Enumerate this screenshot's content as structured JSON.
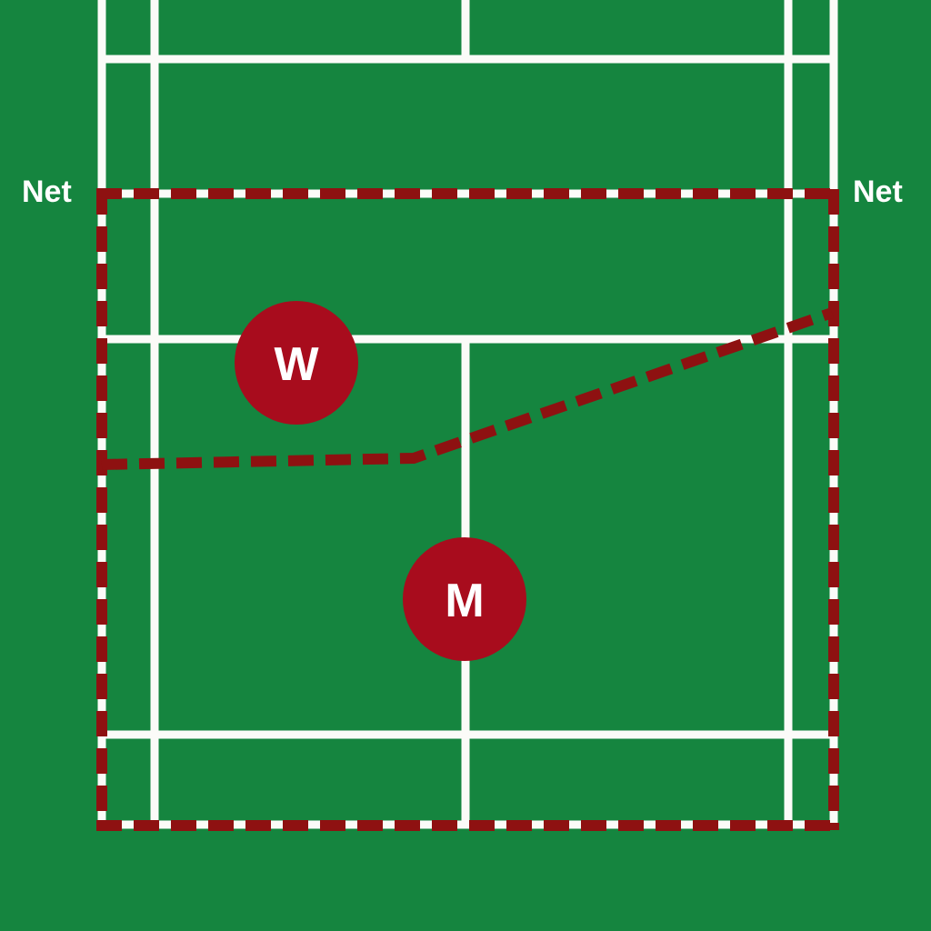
{
  "labels": {
    "net_left": "Net",
    "net_right": "Net"
  },
  "markers": [
    {
      "id": "W",
      "label": "W"
    },
    {
      "id": "M",
      "label": "M"
    }
  ],
  "colors": {
    "court_green": "#15853F",
    "line_white": "#FBFBF8",
    "zone_red": "#8E1111",
    "marker_red": "#A80C1D",
    "text_white": "#FFFFFF"
  }
}
